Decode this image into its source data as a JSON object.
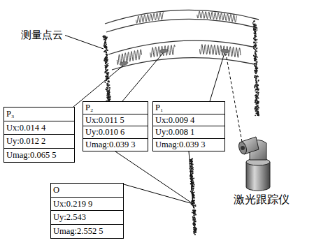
{
  "diagram": {
    "nodes": [
      {
        "text": [
          "P₃",
          "Ux:0.014 4",
          "Uy:0.012 2",
          "Umag:0.065 5"
        ]
      },
      {
        "text": [
          "P₂",
          "Ux:0.011 5",
          "Uy:0.010 6",
          "Umag:0.039 3"
        ]
      },
      {
        "text": [
          "P₁",
          "Ux:0.009 4",
          "Uy:0.008 1",
          "Umag:0.039 3"
        ]
      },
      {
        "text": [
          "O",
          "Ux:0.219 9",
          "Uy:2.543",
          "Umag:2.552 5"
        ]
      }
    ],
    "labels": [
      "测量点云",
      "激光跟踪仪"
    ]
  }
}
